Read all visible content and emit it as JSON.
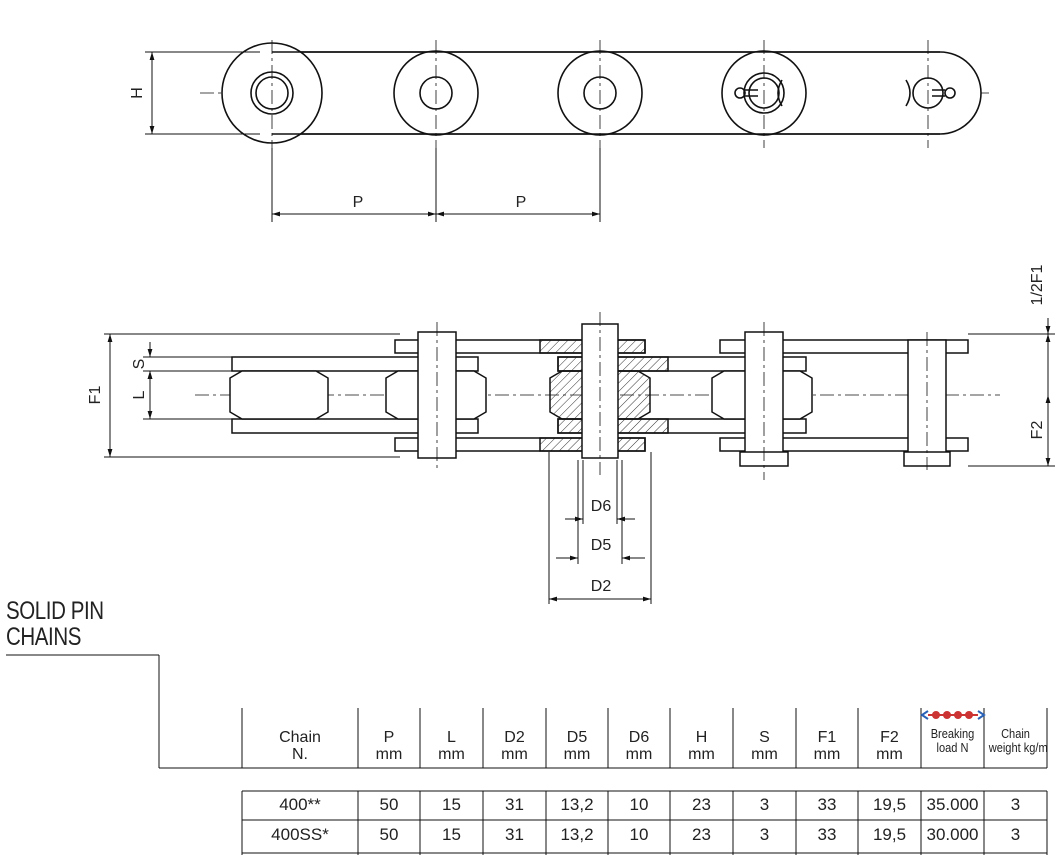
{
  "section_title": [
    "SOLID PIN",
    "CHAINS"
  ],
  "dimension_labels": {
    "height": "H",
    "pitch_1": "P",
    "pitch_2": "P",
    "width_F1": "F1",
    "plate_S": "S",
    "inner_L": "L",
    "half_F1": "1/2F1",
    "F2": "F2",
    "D6": "D6",
    "D5": "D5",
    "D2": "D2"
  },
  "table": {
    "headers": [
      {
        "top": "Chain",
        "bottom": "N."
      },
      {
        "top": "P",
        "bottom": "mm"
      },
      {
        "top": "L",
        "bottom": "mm"
      },
      {
        "top": "D2",
        "bottom": "mm"
      },
      {
        "top": "D5",
        "bottom": "mm"
      },
      {
        "top": "D6",
        "bottom": "mm"
      },
      {
        "top": "H",
        "bottom": "mm"
      },
      {
        "top": "S",
        "bottom": "mm"
      },
      {
        "top": "F1",
        "bottom": "mm"
      },
      {
        "top": "F2",
        "bottom": "mm"
      },
      {
        "top": "Breaking",
        "bottom": "load  N"
      },
      {
        "top": "Chain",
        "bottom": "weight kg/m"
      }
    ],
    "rows": [
      [
        "400**",
        "50",
        "15",
        "31",
        "13,2",
        "10",
        "23",
        "3",
        "33",
        "19,5",
        "35.000",
        "3"
      ],
      [
        "400SS*",
        "50",
        "15",
        "31",
        "13,2",
        "10",
        "23",
        "3",
        "33",
        "19,5",
        "30.000",
        "3"
      ]
    ]
  }
}
